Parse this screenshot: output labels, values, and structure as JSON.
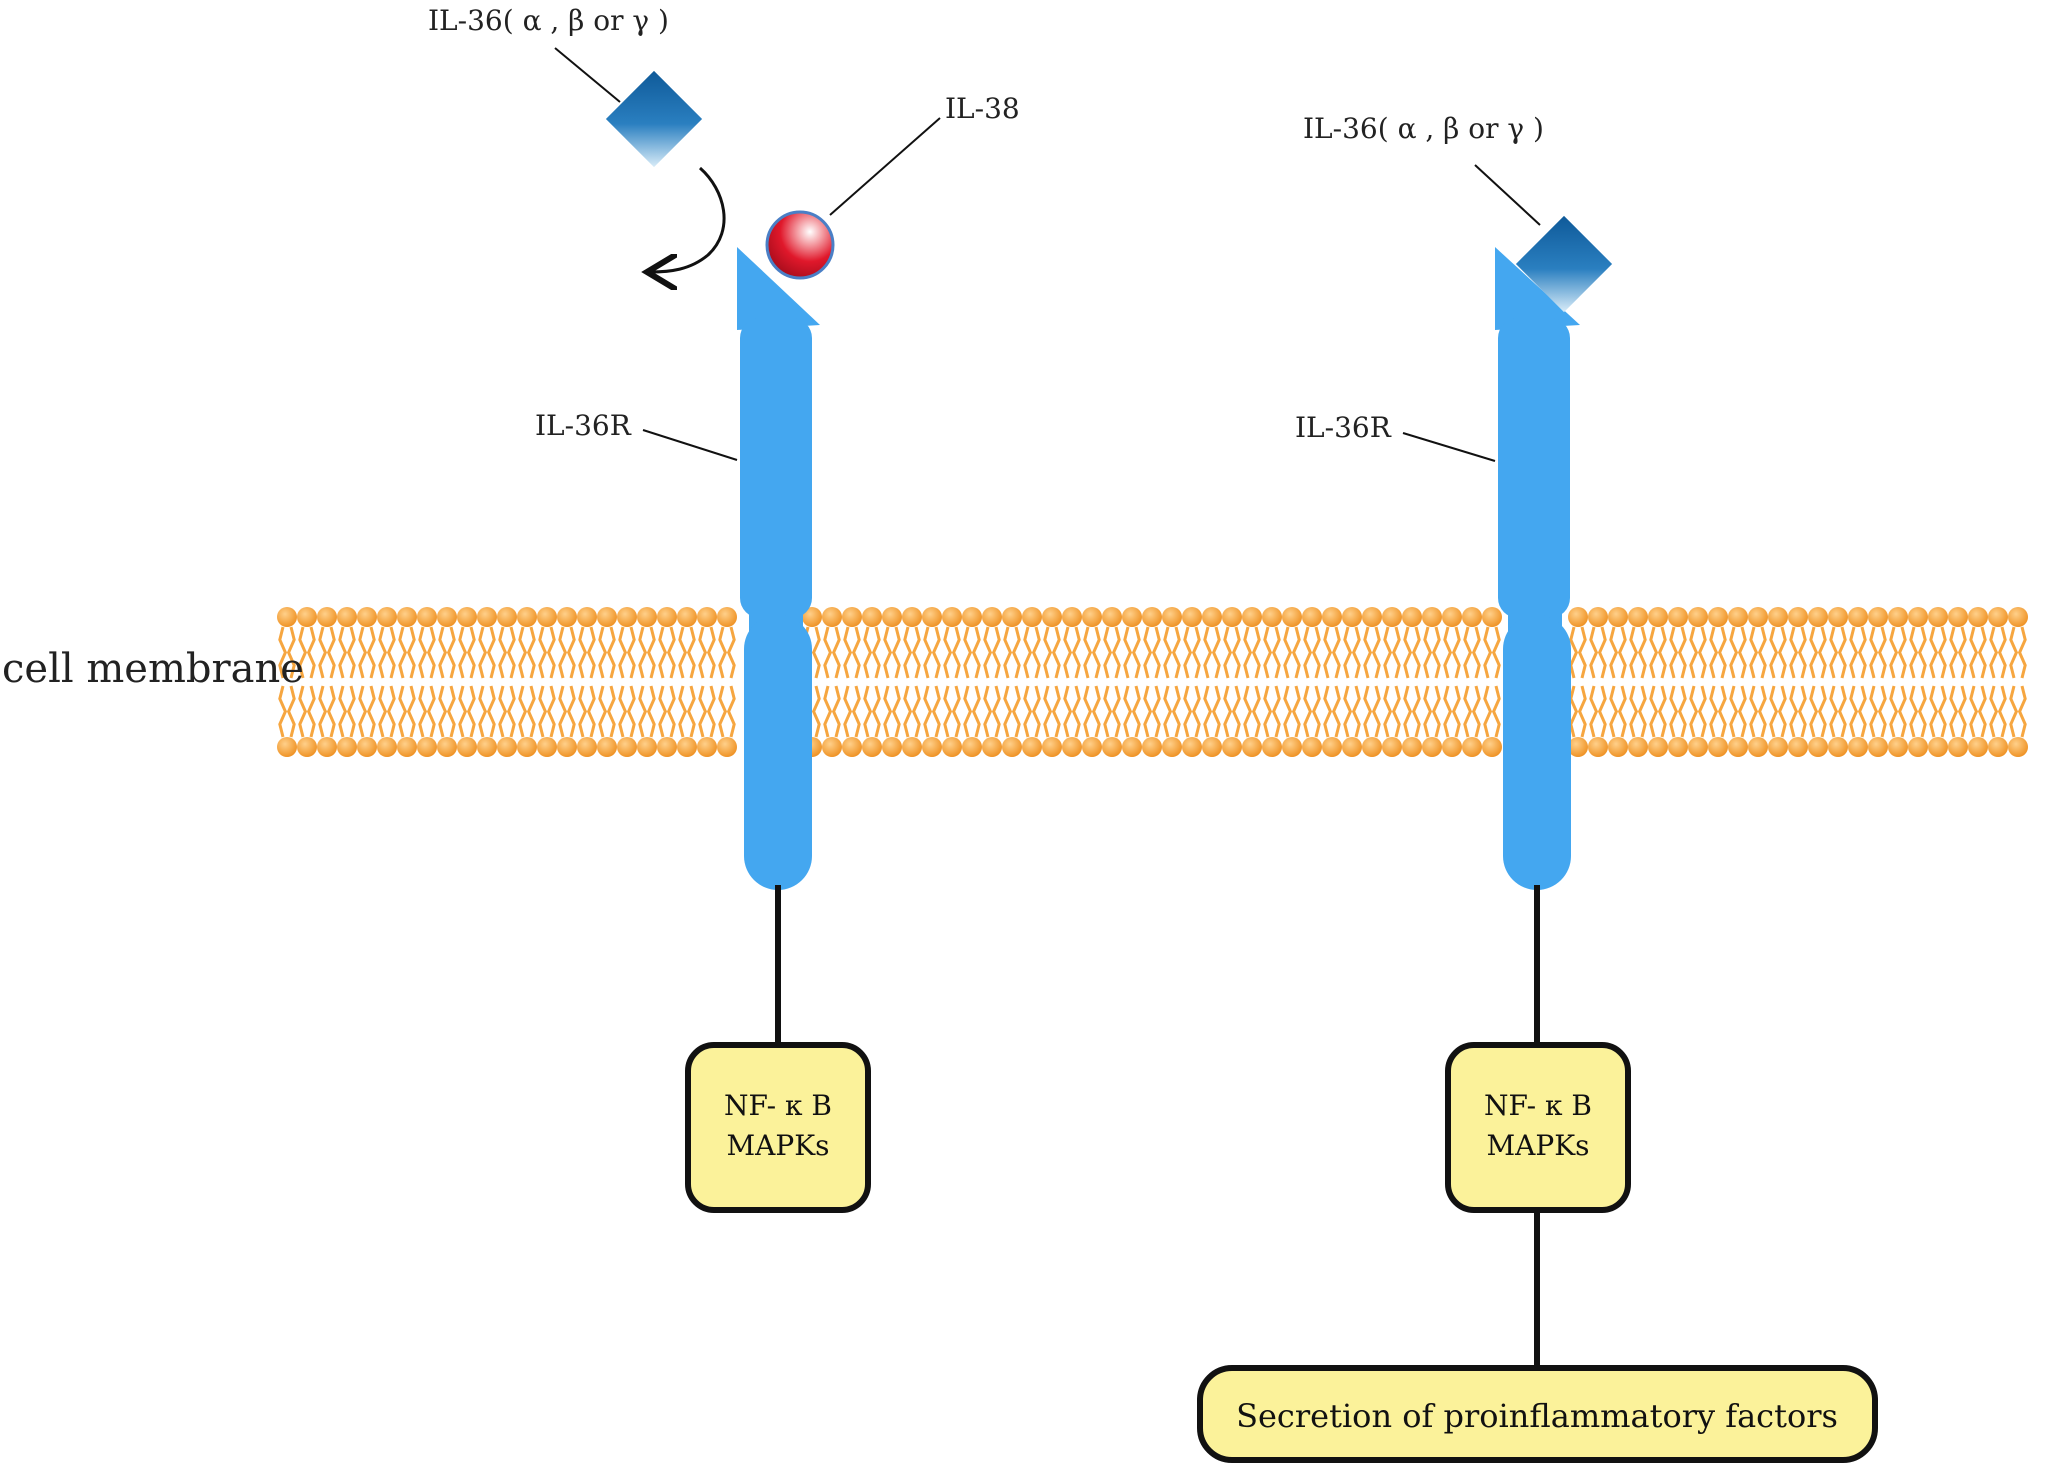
{
  "left_pathway": {
    "ligand_label": "IL-36( α , β or γ )",
    "antagonist_label": "IL-38",
    "receptor_label": "IL-36R",
    "signal_box": {
      "line1": "NF- κ B",
      "line2": "MAPKs"
    }
  },
  "right_pathway": {
    "ligand_label": "IL-36( α , β or γ )",
    "receptor_label": "IL-36R",
    "signal_box": {
      "line1": "NF- κ B",
      "line2": "MAPKs"
    },
    "outcome_box": "Secretion of  proinflammatory factors"
  },
  "membrane_label": "cell membrane",
  "colors": {
    "receptor": "#44a7f0",
    "lipid_head": "#f29a2e",
    "lipid_tail": "#f6a640",
    "signal_box_fill": "#fbf29a",
    "ligand_dark": "#0f5a99",
    "ligand_light": "#d8ecf8",
    "il38_red": "#e0182b"
  }
}
